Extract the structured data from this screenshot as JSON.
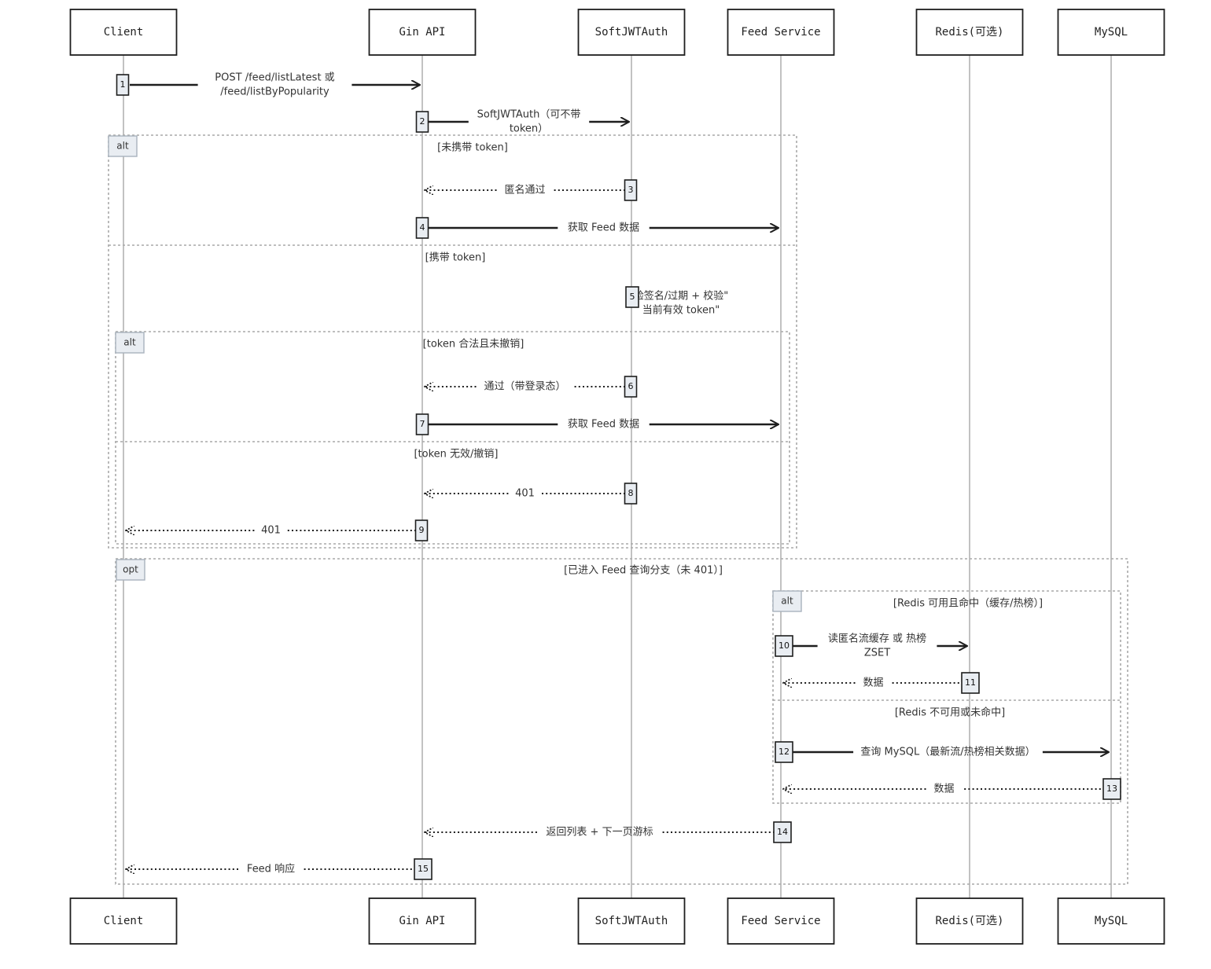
{
  "participants": [
    {
      "id": "client",
      "label": "Client"
    },
    {
      "id": "gin",
      "label": "Gin API"
    },
    {
      "id": "auth",
      "label": "SoftJWTAuth"
    },
    {
      "id": "feed",
      "label": "Feed Service"
    },
    {
      "id": "redis",
      "label": "Redis(可选)"
    },
    {
      "id": "mysql",
      "label": "MySQL"
    }
  ],
  "messages": [
    {
      "n": "1",
      "from": "client",
      "to": "gin",
      "kind": "sync",
      "text": [
        "POST /feed/listLatest 或",
        "/feed/listByPopularity"
      ]
    },
    {
      "n": "2",
      "from": "gin",
      "to": "auth",
      "kind": "sync",
      "text": [
        "SoftJWTAuth（可不带",
        "token）"
      ]
    },
    {
      "n": "3",
      "from": "auth",
      "to": "gin",
      "kind": "reply",
      "text": [
        "匿名通过"
      ]
    },
    {
      "n": "4",
      "from": "gin",
      "to": "feed",
      "kind": "sync",
      "text": [
        "获取 Feed 数据"
      ]
    },
    {
      "n": "5",
      "from": "auth",
      "to": "auth",
      "kind": "self",
      "text": [
        "验签名/过期 + 校验\"",
        "当前有效 token\""
      ]
    },
    {
      "n": "6",
      "from": "auth",
      "to": "gin",
      "kind": "reply",
      "text": [
        "通过（带登录态）"
      ]
    },
    {
      "n": "7",
      "from": "gin",
      "to": "feed",
      "kind": "sync",
      "text": [
        "获取 Feed 数据"
      ]
    },
    {
      "n": "8",
      "from": "auth",
      "to": "gin",
      "kind": "reply",
      "text": [
        "401"
      ]
    },
    {
      "n": "9",
      "from": "gin",
      "to": "client",
      "kind": "reply",
      "text": [
        "401"
      ]
    },
    {
      "n": "10",
      "from": "feed",
      "to": "redis",
      "kind": "sync",
      "text": [
        "读匿名流缓存 或 热榜",
        "ZSET"
      ]
    },
    {
      "n": "11",
      "from": "redis",
      "to": "feed",
      "kind": "reply",
      "text": [
        "数据"
      ]
    },
    {
      "n": "12",
      "from": "feed",
      "to": "mysql",
      "kind": "sync",
      "text": [
        "查询 MySQL（最新流/热榜相关数据）"
      ]
    },
    {
      "n": "13",
      "from": "mysql",
      "to": "feed",
      "kind": "reply",
      "text": [
        "数据"
      ]
    },
    {
      "n": "14",
      "from": "feed",
      "to": "gin",
      "kind": "reply",
      "text": [
        "返回列表 + 下一页游标"
      ]
    },
    {
      "n": "15",
      "from": "gin",
      "to": "client",
      "kind": "reply",
      "text": [
        "Feed 响应"
      ]
    }
  ],
  "fragments": [
    {
      "kind": "alt",
      "sections": [
        "[未携带 token]",
        "[携带 token]"
      ]
    },
    {
      "kind": "alt",
      "sections": [
        "[token 合法且未撤销]",
        "[token 无效/撤销]"
      ]
    },
    {
      "kind": "opt",
      "sections": [
        "[已进入 Feed 查询分支（未 401）]"
      ]
    },
    {
      "kind": "alt",
      "sections": [
        "[Redis 可用且命中（缓存/热榜）]",
        "[Redis 不可用或未命中]"
      ]
    }
  ]
}
